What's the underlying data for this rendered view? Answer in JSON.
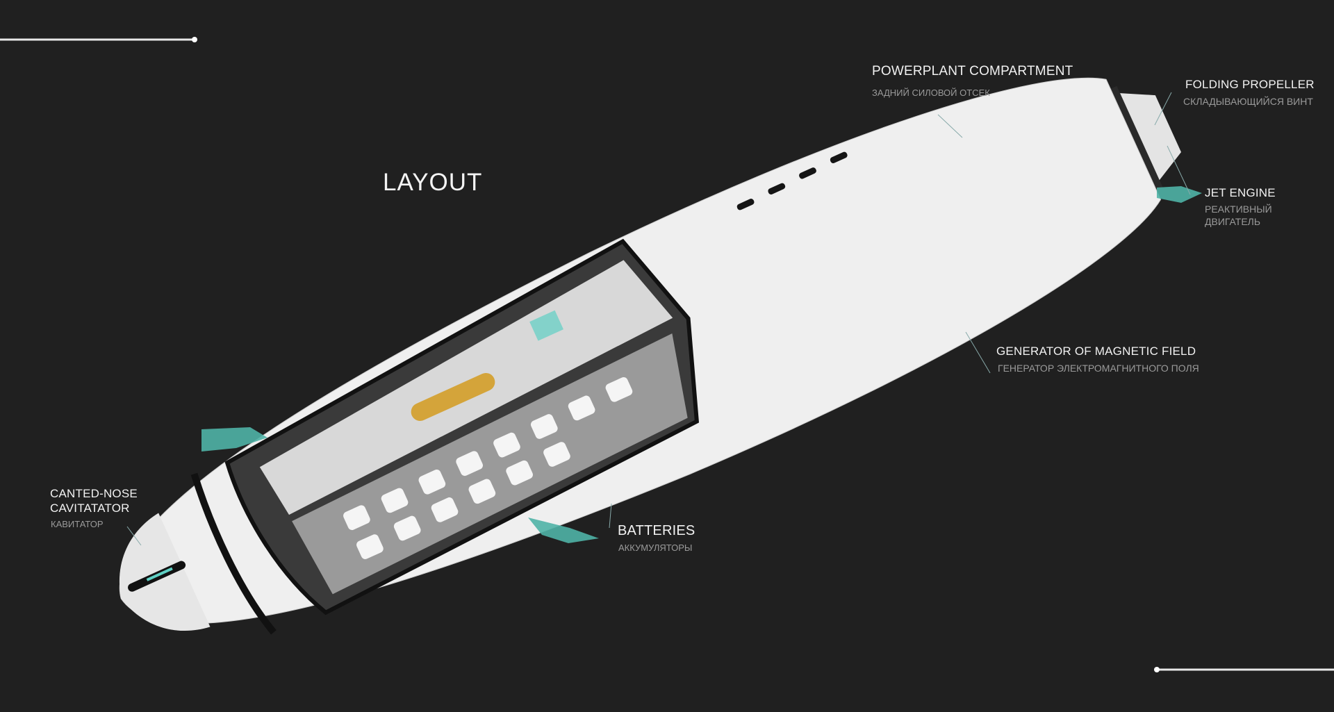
{
  "title": "LAYOUT",
  "callouts": {
    "powerplant": {
      "en": "POWERPLANT COMPARTMENT",
      "ru": "ЗАДНИЙ СИЛОВОЙ ОТСЕК"
    },
    "propeller": {
      "en": "FOLDING PROPELLER",
      "ru": "СКЛАДЫВАЮЩИЙСЯ ВИНТ"
    },
    "jet": {
      "en": "JET ENGINE",
      "ru_line1": "РЕАКТИВНЫЙ",
      "ru_line2": "ДВИГАТЕЛЬ"
    },
    "generator": {
      "en": "GENERATOR OF MAGNETIC FIELD",
      "ru": "ГЕНЕРАТОР ЭЛЕКТРОМАГНИТНОГО ПОЛЯ"
    },
    "batteries": {
      "en": "BATTERIES",
      "ru": "АККУМУЛЯТОРЫ"
    },
    "nose": {
      "en_line1": "CANTED-NOSE",
      "en_line2": "CAVITATATOR",
      "ru": "КАВИТАТОР"
    }
  },
  "colors": {
    "background": "#202020",
    "accent": "#4fb3a6",
    "hull": "#f0f0f0"
  }
}
